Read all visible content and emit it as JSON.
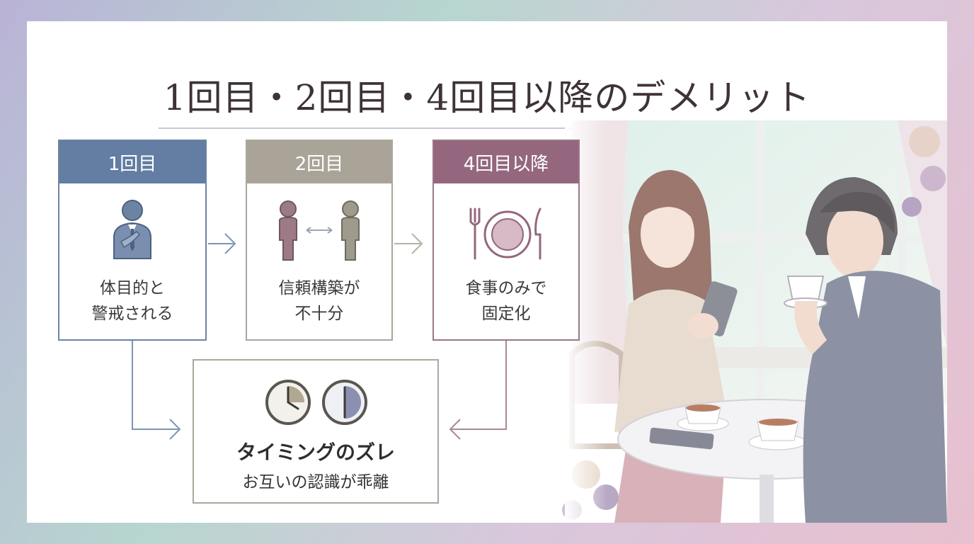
{
  "title": "1回目・2回目・4回目以降のデメリット",
  "steps": [
    {
      "label": "1回目",
      "text1": "体目的と",
      "text2": "警戒される",
      "color": "#637da3"
    },
    {
      "label": "2回目",
      "text1": "信頼構築が",
      "text2": "不十分",
      "color": "#a9a398"
    },
    {
      "label": "4回目以降",
      "text1": "食事のみで",
      "text2": "固定化",
      "color": "#94677e"
    }
  ],
  "result": {
    "title": "タイミングのズレ",
    "subtitle": "お互いの認識が乖離"
  },
  "icons": {
    "step1": "businessman-icon",
    "step2": "two-people-apart-icon",
    "step3": "fork-plate-knife-icon",
    "result": "clocks-icon",
    "illustration": "couple-cafe-illustration"
  }
}
